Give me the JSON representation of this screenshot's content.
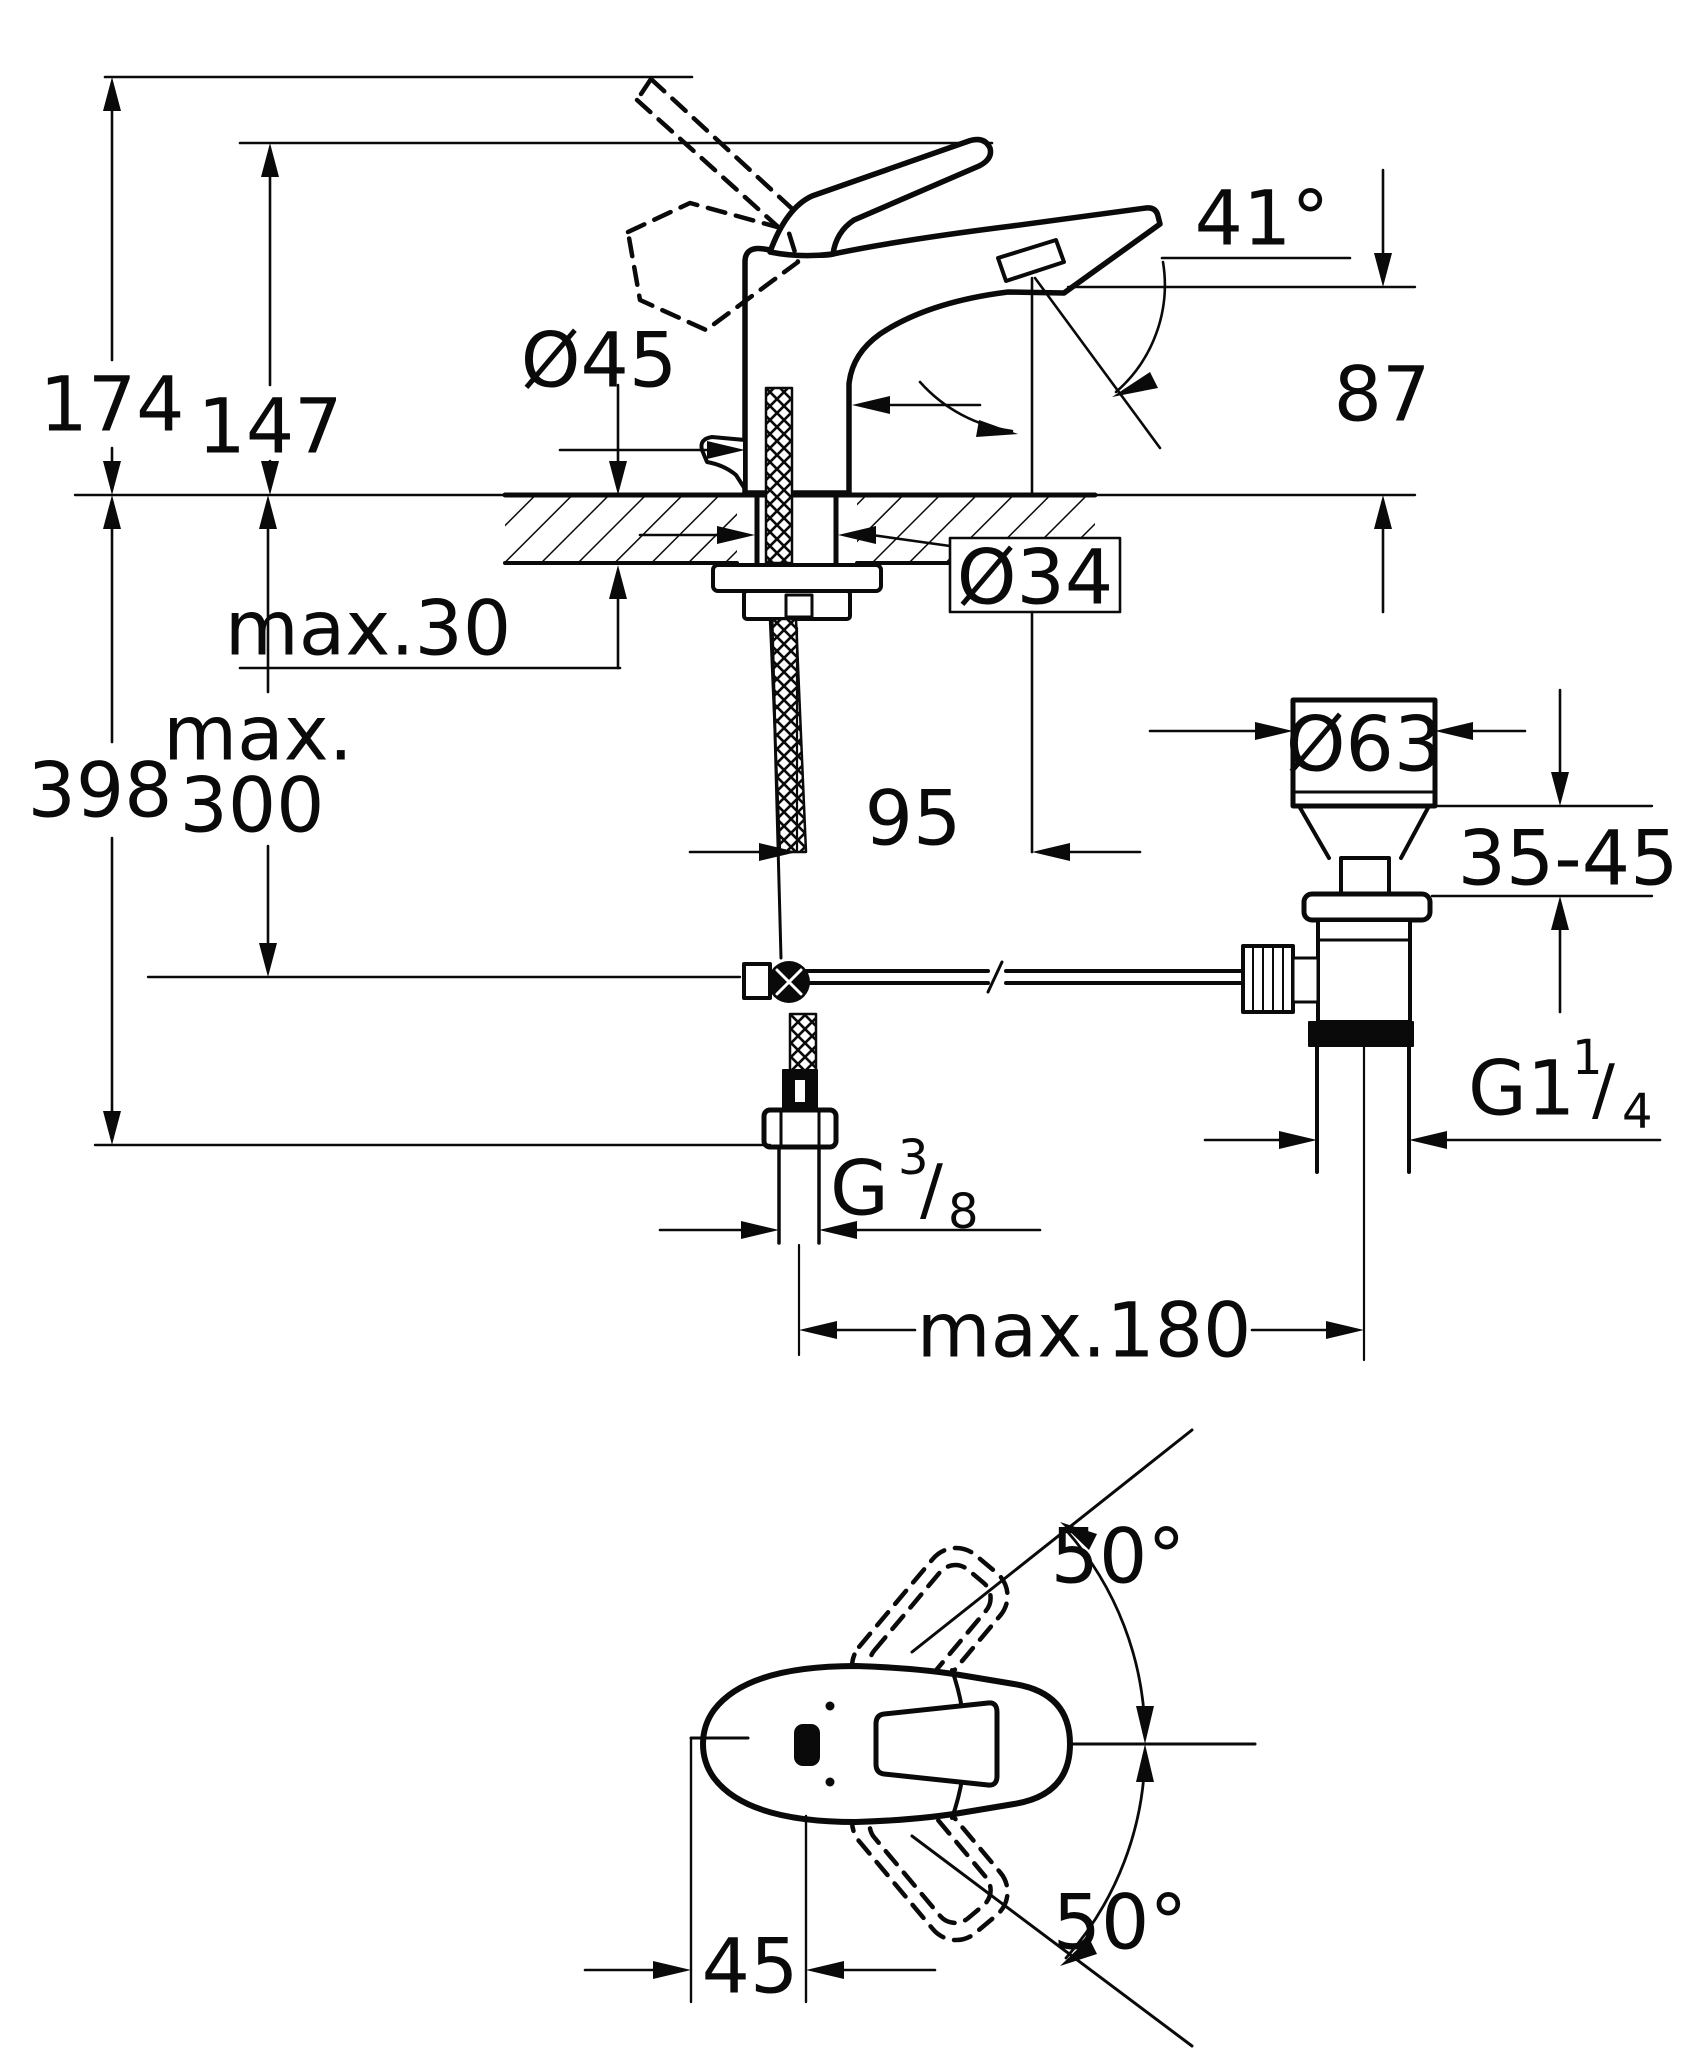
{
  "drawing": {
    "type": "technical-dimension-drawing",
    "subject": "single-lever basin mixer with pop-up waste, side view and top view",
    "background_color": "#ffffff",
    "line_color": "#0a0a0a"
  },
  "side_view": {
    "total_height": "174",
    "lever_height": "147",
    "body_diameter": "Ø45",
    "spout_angle": "41°",
    "spout_outlet_height": "87",
    "deck_thickness": "max.30",
    "shank_diameter": "Ø34",
    "hose_length": "398",
    "pullrod_length_line1": "max.",
    "pullrod_length_line2": "300",
    "spout_reach": "95",
    "waste_flange_diameter": "Ø63",
    "waste_clamp_range": "35-45",
    "waste_thread": {
      "main": "G1",
      "numerator": "1",
      "slash": "/",
      "denominator": "4"
    },
    "hose_thread": {
      "main": "G",
      "numerator": "3",
      "slash": "/",
      "denominator": "8"
    },
    "center_distance": "max.180"
  },
  "top_view": {
    "handle_swing_upper": "50°",
    "handle_swing_lower": "50°",
    "handle_offset": "45"
  }
}
